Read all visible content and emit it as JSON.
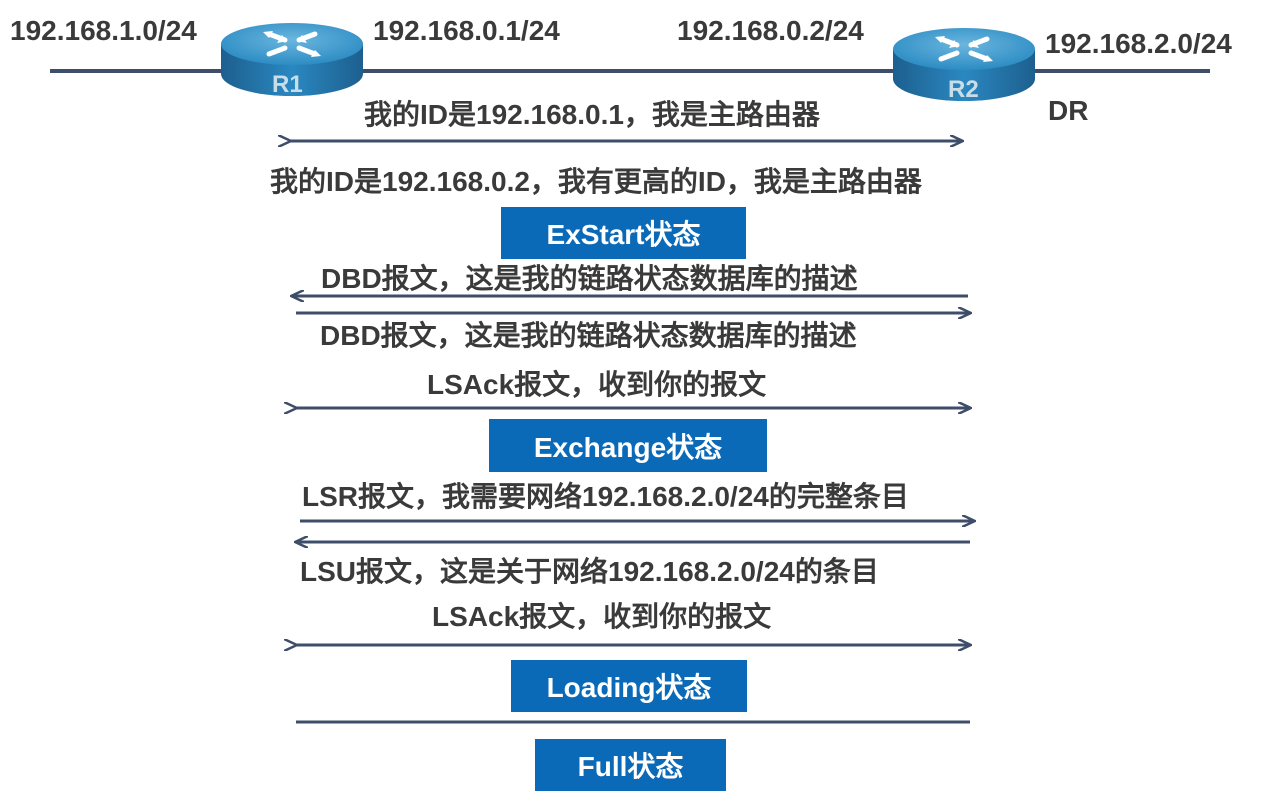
{
  "networks": {
    "r1_lan": "192.168.1.0/24",
    "r1_link": "192.168.0.1/24",
    "r2_link": "192.168.0.2/24",
    "r2_lan": "192.168.2.0/24"
  },
  "routers": {
    "r1": {
      "label": "R1"
    },
    "r2": {
      "label": "R2",
      "role": "DR"
    }
  },
  "messages": [
    "我的ID是192.168.0.1，我是主路由器",
    "我的ID是192.168.0.2，我有更高的ID，我是主路由器",
    "DBD报文，这是我的链路状态数据库的描述",
    "DBD报文，这是我的链路状态数据库的描述",
    "LSAck报文，收到你的报文",
    "LSR报文，我需要网络192.168.2.0/24的完整条目",
    "LSU报文，这是关于网络192.168.2.0/24的条目",
    "LSAck报文，收到你的报文"
  ],
  "states": {
    "exstart": "ExStart状态",
    "exchange": "Exchange状态",
    "loading": "Loading状态",
    "full": "Full状态"
  },
  "colors": {
    "line": "#3e4e6a",
    "state_box": "#0b6ab8",
    "text": "#3a3a3a",
    "router_body": "#1f7fb5"
  }
}
